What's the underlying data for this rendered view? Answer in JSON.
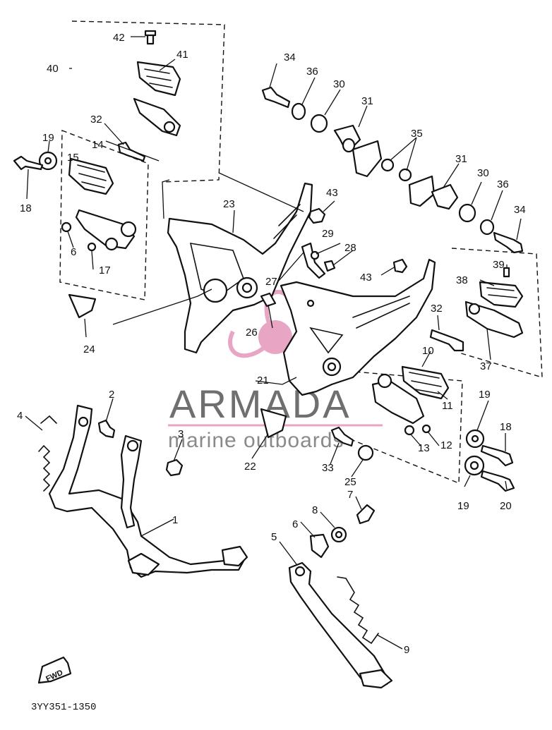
{
  "diagram": {
    "code": "3YY351-1350",
    "fwd_label": "FWD",
    "callouts": {
      "c1": "1",
      "c2": "2",
      "c3": "3",
      "c4": "4",
      "c5": "5",
      "c6a": "6",
      "c6b": "6",
      "c7": "7",
      "c8": "8",
      "c9": "9",
      "c10": "10",
      "c11": "11",
      "c12": "12",
      "c13": "13",
      "c14": "14",
      "c15": "15",
      "c17": "17",
      "c18a": "18",
      "c18b": "18",
      "c19a": "19",
      "c19b": "19",
      "c19c": "19",
      "c20": "20",
      "c21": "21",
      "c22": "22",
      "c23": "23",
      "c24": "24",
      "c25": "25",
      "c26": "26",
      "c27": "27",
      "c28": "28",
      "c29": "29",
      "c30a": "30",
      "c30b": "30",
      "c31a": "31",
      "c31b": "31",
      "c32a": "32",
      "c32b": "32",
      "c33": "33",
      "c34a": "34",
      "c34b": "34",
      "c35": "35",
      "c36a": "36",
      "c36b": "36",
      "c37": "37",
      "c38": "38",
      "c39": "39",
      "c40": "40",
      "c41": "41",
      "c42": "42",
      "c43a": "43",
      "c43b": "43"
    }
  },
  "watermark": {
    "brand": "ARMADA",
    "tagline": "marine outboards",
    "color": "#e8a6c4"
  }
}
